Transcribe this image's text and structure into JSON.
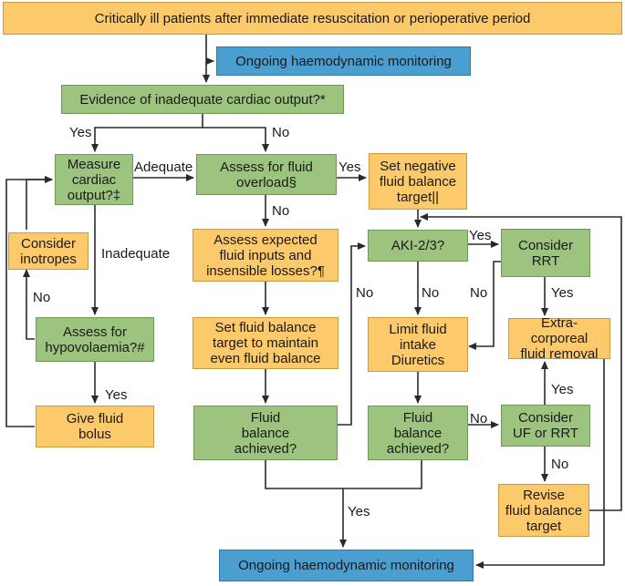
{
  "nodes": {
    "start": "Critically ill patients after immediate resuscitation or perioperative period",
    "monitor_top": "Ongoing haemodynamic monitoring",
    "cardiac_output_q": "Evidence of inadequate cardiac output?*",
    "measure_co": "Measure\ncardiac\noutput?‡",
    "assess_overload": "Assess for fluid\noverload§",
    "negative_target": "Set negative\nfluid balance\ntarget||",
    "consider_inotropes": "Consider\ninotropes",
    "assess_inputs": "Assess expected\nfluid inputs and\ninsensible losses?¶",
    "aki": "AKI-2/3?",
    "consider_rrt": "Consider\nRRT",
    "assess_hypo": "Assess for\nhypovolaemia?#",
    "even_target": "Set fluid balance\ntarget to maintain\neven fluid balance",
    "limit_fluid": "Limit fluid\nintake\nDiuretics",
    "extracorporeal": "Extra-corporeal\nfluid removal",
    "give_bolus": "Give fluid\nbolus",
    "balance_achieved_1": "Fluid\nbalance\nachieved?",
    "balance_achieved_2": "Fluid\nbalance\nachieved?",
    "consider_uf": "Consider\nUF or RRT",
    "revise_target": "Revise\nfluid balance\ntarget",
    "monitor_bottom": "Ongoing haemodynamic monitoring"
  },
  "labels": {
    "yes_left": "Yes",
    "no_top": "No",
    "adequate": "Adequate",
    "yes_overload": "Yes",
    "inadequate": "Inadequate",
    "no_overload": "No",
    "yes_aki": "Yes",
    "no_hypo": "No",
    "no_balance1": "No",
    "no_aki": "No",
    "no_rrt": "No",
    "yes_rrt": "Yes",
    "yes_hypo": "Yes",
    "no_balance2": "No",
    "yes_uf": "Yes",
    "no_uf": "No",
    "yes_bottom": "Yes"
  },
  "colors": {
    "orange": "#fcc96b",
    "green": "#9dc47e",
    "blue": "#4a9fd0",
    "arrow": "#2a2a2a"
  }
}
